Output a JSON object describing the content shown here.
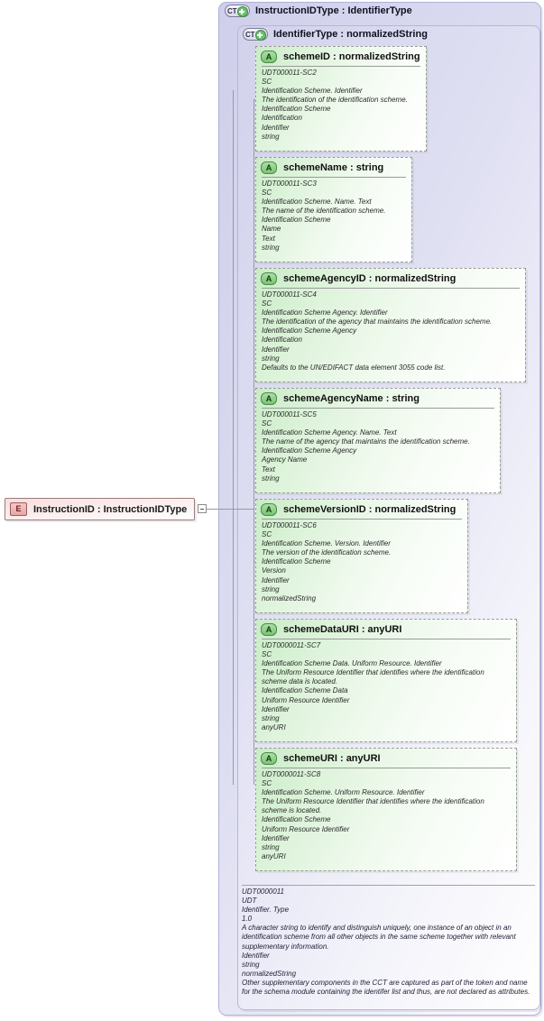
{
  "diagram": {
    "title": "InstructionIDType : IdentifierType",
    "element": {
      "icon": "element-icon",
      "icon_text": "E",
      "label": "InstructionID : InstructionIDType"
    },
    "complex_types": [
      {
        "icon": "complextype-icon",
        "icon_text": "CT",
        "label": "InstructionIDType : IdentifierType"
      },
      {
        "icon": "complextype-icon",
        "icon_text": "CT",
        "label": "IdentifierType : normalizedString"
      }
    ],
    "attributes": [
      {
        "icon_text": "A",
        "label": "schemeID : normalizedString",
        "lines": [
          "UDT000011-SC2",
          "SC",
          "Identification Scheme. Identifier",
          "The identification of the identification scheme.",
          "Identification Scheme",
          "Identification",
          "Identifier",
          "string"
        ]
      },
      {
        "icon_text": "A",
        "label": "schemeName : string",
        "lines": [
          "UDT000011-SC3",
          "SC",
          "Identification Scheme. Name. Text",
          "The name of the identification scheme.",
          "Identification Scheme",
          "Name",
          "Text",
          "string"
        ]
      },
      {
        "icon_text": "A",
        "label": "schemeAgencyID : normalizedString",
        "lines": [
          "UDT000011-SC4",
          "SC",
          "Identification Scheme Agency. Identifier",
          "The identification of the agency that maintains the identification scheme.",
          "Identification Scheme Agency",
          "Identification",
          "Identifier",
          "string",
          "Defaults to the UN/EDIFACT data element 3055 code list."
        ]
      },
      {
        "icon_text": "A",
        "label": "schemeAgencyName : string",
        "lines": [
          "UDT000011-SC5",
          "SC",
          "Identification Scheme Agency. Name. Text",
          "The name of the agency that maintains the identification scheme.",
          "Identification Scheme Agency",
          "Agency Name",
          "Text",
          "string"
        ]
      },
      {
        "icon_text": "A",
        "label": "schemeVersionID : normalizedString",
        "lines": [
          "UDT000011-SC6",
          "SC",
          "Identification Scheme. Version. Identifier",
          "The version of the identification scheme.",
          "Identification Scheme",
          "Version",
          "Identifier",
          "string",
          "normalizedString"
        ]
      },
      {
        "icon_text": "A",
        "label": "schemeDataURI : anyURI",
        "lines": [
          "UDT0000011-SC7",
          "SC",
          "Identification Scheme Data. Uniform Resource. Identifier",
          "The Uniform Resource Identifier that identifies where the identification scheme data is located.",
          "Identification Scheme Data",
          "Uniform Resource Identifier",
          "Identifier",
          "string",
          "anyURI"
        ]
      },
      {
        "icon_text": "A",
        "label": "schemeURI : anyURI",
        "lines": [
          "UDT0000011-SC8",
          "SC",
          "Identification Scheme. Uniform Resource. Identifier",
          "The Uniform Resource Identifier that identifies where the identification scheme is located.",
          "Identification Scheme",
          "Uniform Resource Identifier",
          "Identifier",
          "string",
          "anyURI"
        ]
      }
    ],
    "documentation": {
      "lines": [
        "UDT0000011",
        "UDT",
        "Identifier. Type",
        "1.0",
        "A character string to identify and distinguish uniquely, one instance of an object in an identification scheme from all other objects in the same scheme together with relevant supplementary information.",
        "Identifier",
        "string",
        "normalizedString",
        "Other supplementary components in the CCT are captured as part of the token and name for the schema module containing the identifer list and thus, are not declared as attributes."
      ]
    },
    "colors": {
      "element_bg": "#f7dede",
      "complextype_bg": "#dcdcf1",
      "attribute_bg": "#dcf3d9",
      "accent_green": "#6fc06f"
    }
  }
}
